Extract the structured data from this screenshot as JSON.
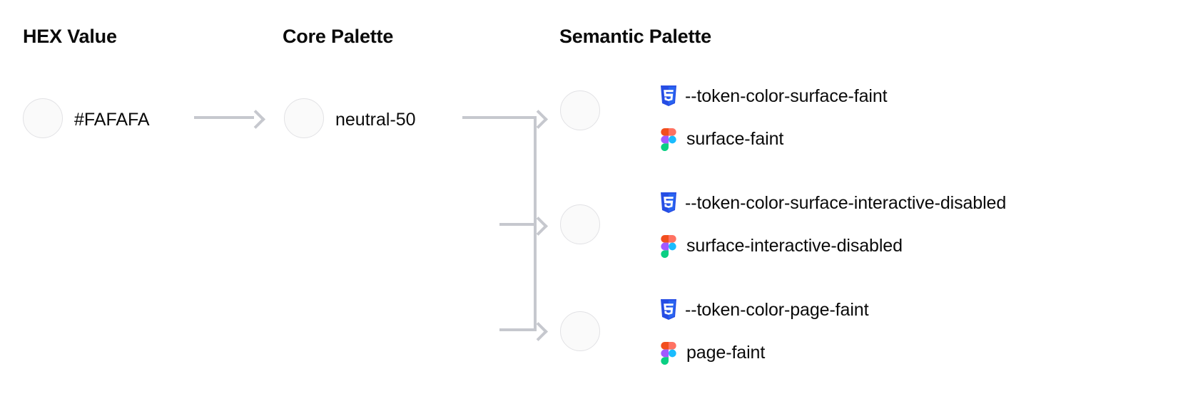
{
  "columns": {
    "hex": {
      "heading": "HEX Value"
    },
    "core": {
      "heading": "Core Palette"
    },
    "semantic": {
      "heading": "Semantic Palette"
    }
  },
  "hex_value": {
    "label": "#FAFAFA",
    "swatch_color": "#FAFAFA"
  },
  "core_value": {
    "label": "neutral-50",
    "swatch_color": "#FAFAFA"
  },
  "semantic_tokens": [
    {
      "css_token": "--token-color-surface-faint",
      "figma_token": "surface-faint",
      "swatch_color": "#FAFAFA",
      "css_icon": "css3-icon",
      "figma_icon": "figma-icon"
    },
    {
      "css_token": "--token-color-surface-interactive-disabled",
      "figma_token": "surface-interactive-disabled",
      "swatch_color": "#FAFAFA",
      "css_icon": "css3-icon",
      "figma_icon": "figma-icon"
    },
    {
      "css_token": "--token-color-page-faint",
      "figma_token": "page-faint",
      "swatch_color": "#FAFAFA",
      "css_icon": "css3-icon",
      "figma_icon": "figma-icon"
    }
  ],
  "colors": {
    "connector": "#C6C8CE",
    "swatch_border": "#E2E2E5",
    "text": "#0A0A0A",
    "css_blue": "#264DE4",
    "css_blue_dark": "#2965F1",
    "figma_orange": "#F24E1E",
    "figma_red": "#FF7262",
    "figma_purple": "#A259FF",
    "figma_blue": "#1ABCFE",
    "figma_green": "#0ACF83",
    "background": "#FFFFFF"
  }
}
